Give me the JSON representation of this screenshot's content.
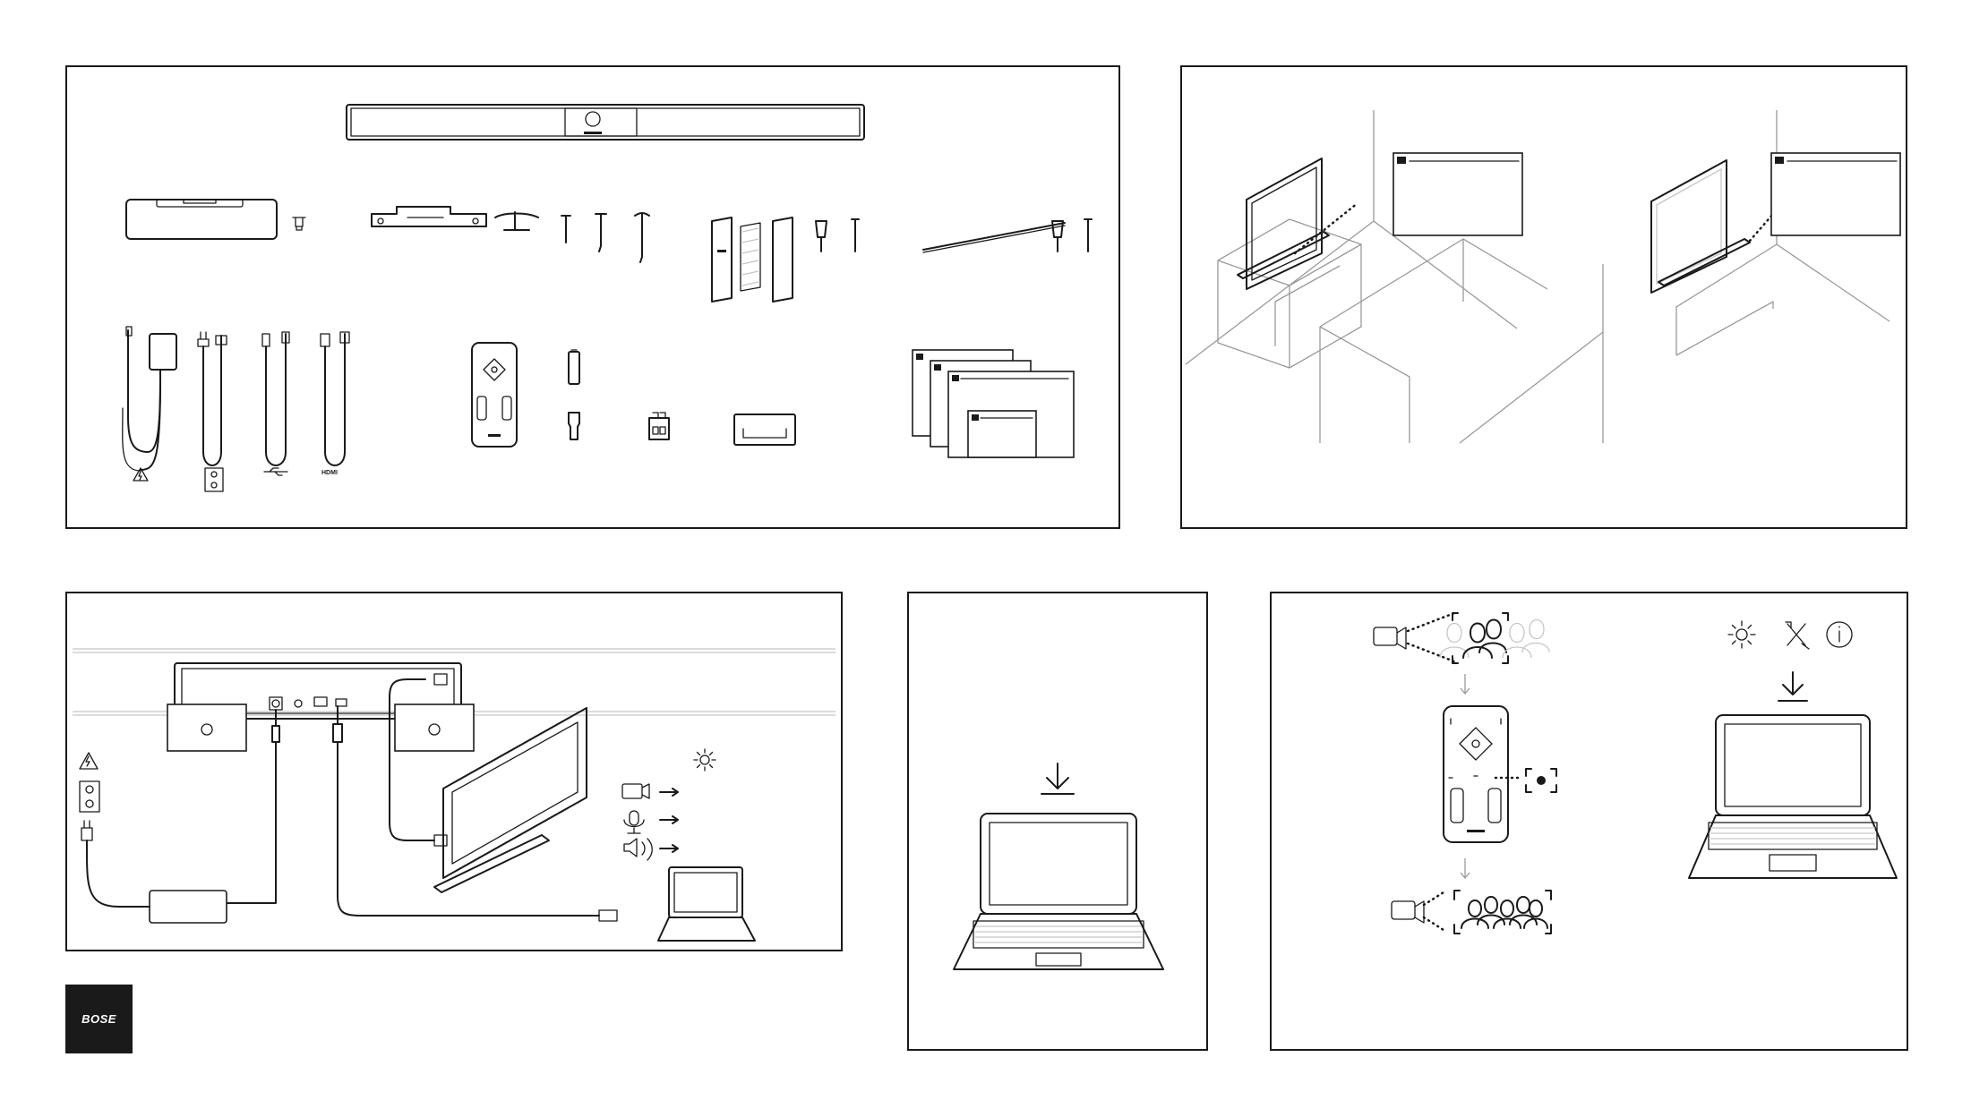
{
  "brand": {
    "logo_text": "BOSE",
    "accent": "#1a1a1a"
  },
  "icons": {
    "contents": [
      "videobar",
      "wall-mount-bracket",
      "table-stand",
      "screws",
      "anchors",
      "cable-tie",
      "power-supply",
      "power-cord",
      "usb-cable",
      "hdmi-cable",
      "remote-control",
      "battery",
      "usb-adapter",
      "connector-block",
      "cable-clip",
      "documents"
    ],
    "connect": [
      "warning-icon",
      "power-outlet-icon",
      "gear-icon",
      "camera-icon",
      "microphone-icon",
      "speaker-icon"
    ],
    "configure": [
      "gear-icon",
      "tools-icon",
      "info-icon",
      "download-icon"
    ]
  },
  "labels": {
    "hdmi": "HDMI"
  }
}
